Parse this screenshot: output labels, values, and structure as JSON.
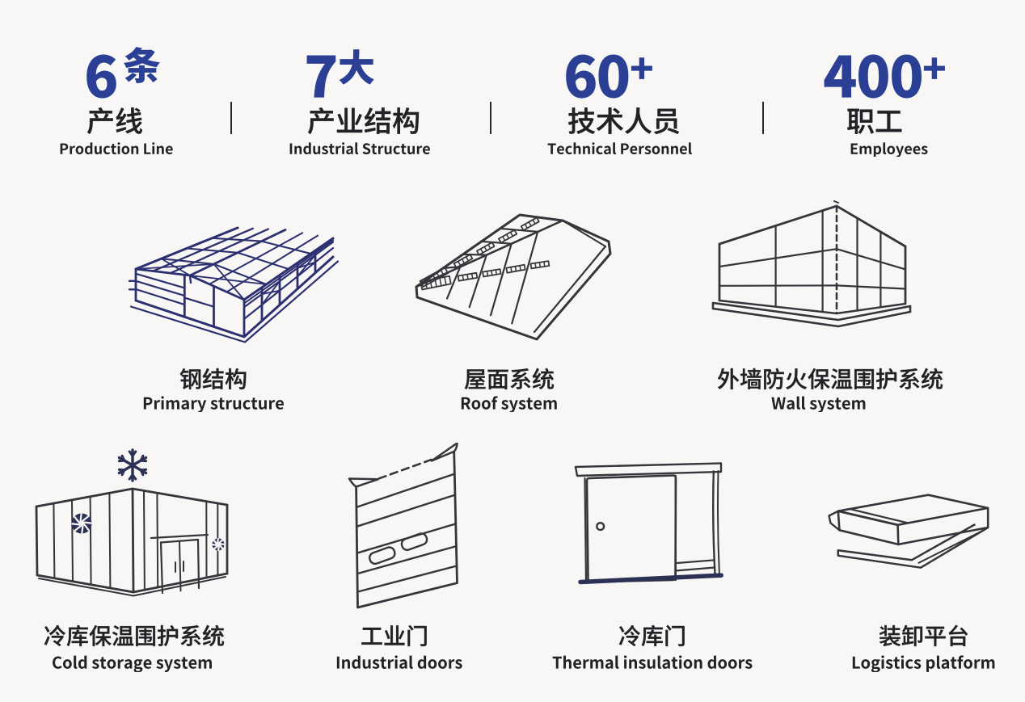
{
  "page": {
    "background": "#f8f7f5",
    "accent_blue": "#2b4094",
    "ink": "#212126"
  },
  "stats": [
    {
      "value": "6",
      "unit": "条",
      "label_zh": "产线",
      "label_en": "Production Line"
    },
    {
      "value": "7",
      "unit": "大",
      "label_zh": "产业结构",
      "label_en": "Industrial Structure"
    },
    {
      "value": "60",
      "unit": "+",
      "label_zh": "技术人员",
      "label_en": "Technical Personnel"
    },
    {
      "value": "400",
      "unit": "+",
      "label_zh": "职工",
      "label_en": "Employees"
    }
  ],
  "products": [
    {
      "icon": "steel-structure-icon",
      "label_zh": "钢结构",
      "label_en": "Primary structure"
    },
    {
      "icon": "roof-system-icon",
      "label_zh": "屋面系统",
      "label_en": "Roof system"
    },
    {
      "icon": "wall-system-icon",
      "label_zh": "外墙防火保温围护系统",
      "label_en": "Wall system"
    },
    {
      "icon": "cold-storage-icon",
      "label_zh": "冷库保温围护系统",
      "label_en": "Cold storage system"
    },
    {
      "icon": "industrial-door-icon",
      "label_zh": "工业门",
      "label_en": "Industrial doors"
    },
    {
      "icon": "thermal-door-icon",
      "label_zh": "冷库门",
      "label_en": "Thermal insulation doors"
    },
    {
      "icon": "logistics-platform-icon",
      "label_zh": "装卸平台",
      "label_en": "Logistics platform"
    }
  ]
}
